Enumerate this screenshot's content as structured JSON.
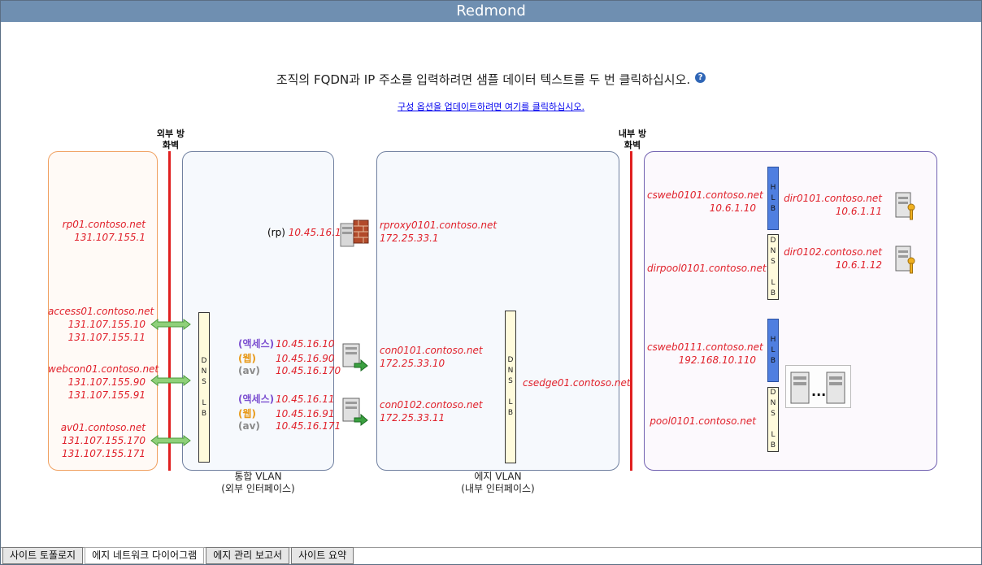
{
  "title": "Redmond",
  "instruction": "조직의 FQDN과 IP 주소를 입력하려면 샘플 데이터 텍스트를 두 번 클릭하십시오.",
  "help_icon": "help-icon",
  "config_link": "구성 옵션을 업데이트하려면 여기를 클릭하십시오.",
  "firewalls": {
    "external": {
      "line1": "외부 방",
      "line2": "화벽"
    },
    "internal": {
      "line1": "내부 방",
      "line2": "화벽"
    }
  },
  "external_zone": {
    "rp": {
      "fqdn": "rp01.contoso.net",
      "ip": "131.107.155.1"
    },
    "access": {
      "fqdn": "access01.contoso.net",
      "ip1": "131.107.155.10",
      "ip2": "131.107.155.11"
    },
    "webcon": {
      "fqdn": "webcon01.contoso.net",
      "ip1": "131.107.155.90",
      "ip2": "131.107.155.91"
    },
    "av": {
      "fqdn": "av01.contoso.net",
      "ip1": "131.107.155.170",
      "ip2": "131.107.155.171"
    }
  },
  "perimeter_zone": {
    "rp_label": "(rp)",
    "rp_ip": "10.45.16.1",
    "dns_lb": [
      "D",
      "N",
      "S",
      "",
      "L",
      "B"
    ],
    "server1": [
      {
        "role": "(액세스)",
        "ip": "10.45.16.10"
      },
      {
        "role": "(웹)",
        "ip": "10.45.16.90"
      },
      {
        "role": "(av)",
        "ip": "10.45.16.170"
      }
    ],
    "server2": [
      {
        "role": "(액세스)",
        "ip": "10.45.16.11"
      },
      {
        "role": "(웹)",
        "ip": "10.45.16.91"
      },
      {
        "role": "(av)",
        "ip": "10.45.16.171"
      }
    ],
    "vlan_label": {
      "line1": "통합 VLAN",
      "line2": "(외부 인터페이스)"
    }
  },
  "edge_zone": {
    "rproxy": {
      "fqdn": "rproxy0101.contoso.net",
      "ip": "172.25.33.1"
    },
    "con1": {
      "fqdn": "con0101.contoso.net",
      "ip": "172.25.33.10"
    },
    "con2": {
      "fqdn": "con0102.contoso.net",
      "ip": "172.25.33.11"
    },
    "dns_lb": [
      "D",
      "N",
      "S",
      "",
      "L",
      "B"
    ],
    "csedge": "csedge01.contoso.net",
    "vlan_label": {
      "line1": "에지 VLAN",
      "line2": "(내부 인터페이스)"
    }
  },
  "internal_zone": {
    "csweb1": {
      "fqdn": "csweb0101.contoso.net",
      "ip": "10.6.1.10"
    },
    "dirpool": "dirpool0101.contoso.net",
    "dir1": {
      "fqdn": "dir0101.contoso.net",
      "ip": "10.6.1.11"
    },
    "dir2": {
      "fqdn": "dir0102.contoso.net",
      "ip": "10.6.1.12"
    },
    "csweb2": {
      "fqdn": "csweb0111.contoso.net",
      "ip": "192.168.10.110"
    },
    "pool": "pool0101.contoso.net",
    "hlb": [
      "H",
      "L",
      "B"
    ],
    "dns_lb": [
      "D",
      "N",
      "S",
      "",
      "L",
      "B"
    ],
    "pool_ellipsis": "..."
  },
  "tabs": [
    {
      "label": "사이트 토폴로지",
      "active": false
    },
    {
      "label": "에지 네트워크 다이어그램",
      "active": true
    },
    {
      "label": "에지 관리 보고서",
      "active": false
    },
    {
      "label": "사이트 요약",
      "active": false
    }
  ]
}
